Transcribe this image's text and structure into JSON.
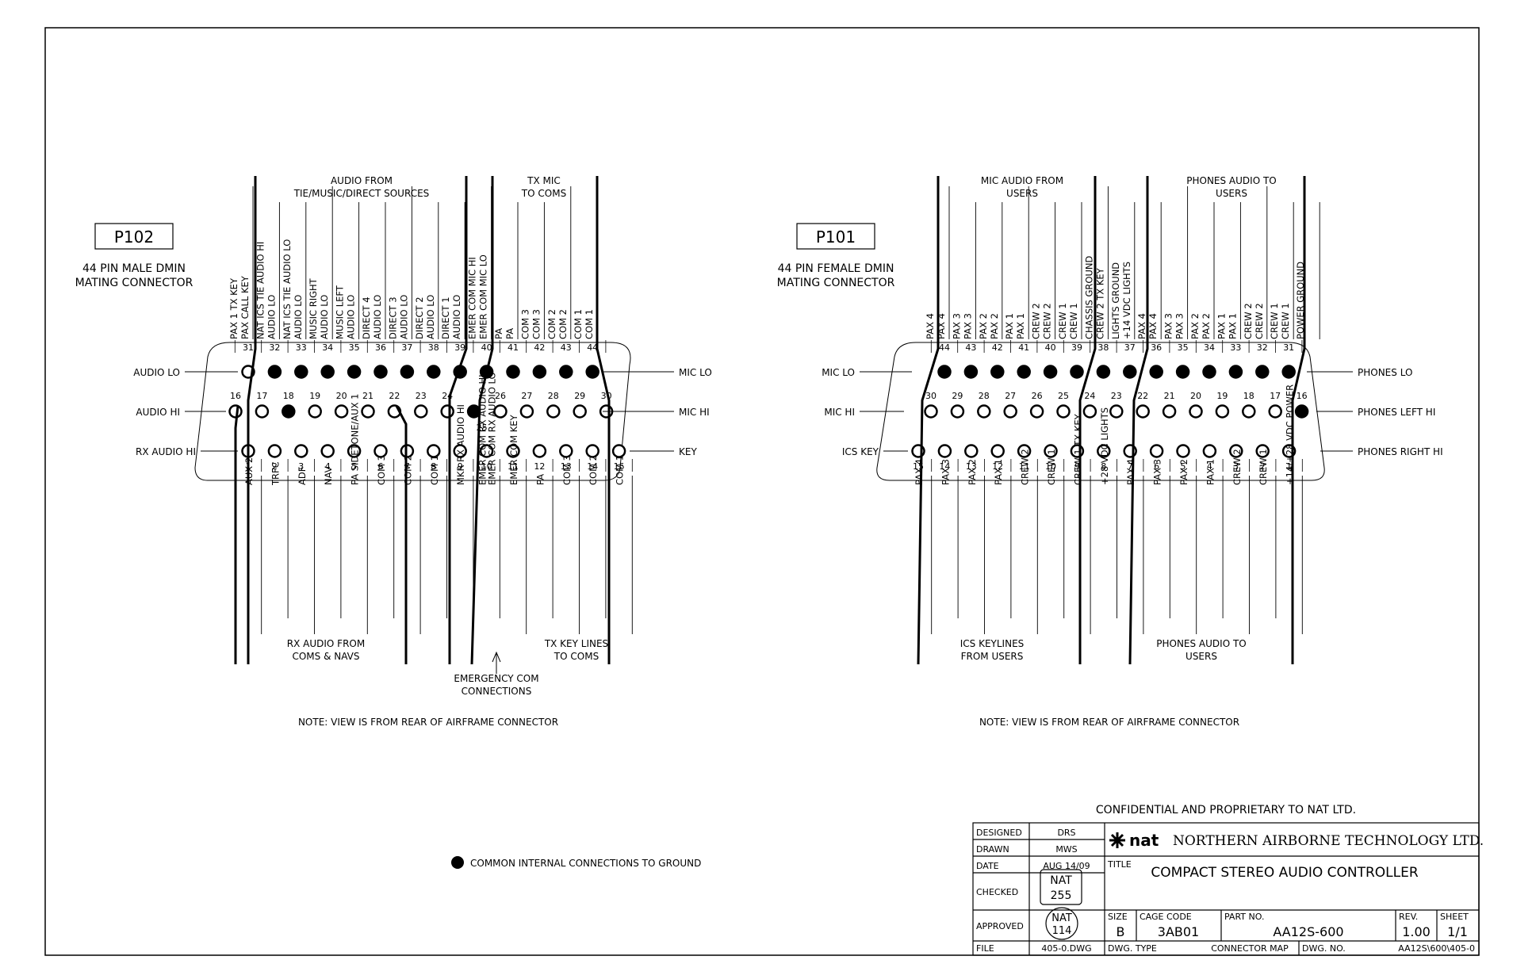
{
  "left": {
    "ref": "P102",
    "desc": [
      "44 PIN MALE DMIN",
      "MATING CONNECTOR"
    ],
    "group_top_audio": [
      "AUDIO FROM",
      "TIE/MUSIC/DIRECT SOURCES"
    ],
    "group_top_tx": [
      "TX MIC",
      "TO COMS"
    ],
    "group_bottom_rx": [
      "RX AUDIO FROM",
      "COMS & NAVS"
    ],
    "group_bottom_tx": [
      "TX KEY LINES",
      "TO COMS"
    ],
    "emergency_note": [
      "EMERGENCY COM",
      "CONNECTIONS"
    ],
    "side_left": [
      "AUDIO LO",
      "AUDIO HI",
      "RX AUDIO HI"
    ],
    "side_right": [
      "MIC LO",
      "MIC HI",
      "KEY"
    ],
    "row1_pins": [
      "31",
      "32",
      "33",
      "34",
      "35",
      "36",
      "37",
      "38",
      "39",
      "40",
      "41",
      "42",
      "43",
      "44"
    ],
    "row2_pins": [
      "16",
      "17",
      "18",
      "19",
      "20",
      "21",
      "22",
      "23",
      "24",
      "25",
      "26",
      "27",
      "28",
      "29",
      "30"
    ],
    "row3_pins": [
      "1",
      "2",
      "3",
      "4",
      "5",
      "6",
      "7",
      "8",
      "9",
      "10",
      "11",
      "12",
      "13",
      "14",
      "15"
    ],
    "top_labels": [
      [
        "PAX 1 TX KEY",
        "PAX CALL KEY"
      ],
      [
        "NAT ICS TIE AUDIO HI",
        "AUDIO LO"
      ],
      [
        "NAT ICS TIE AUDIO LO",
        "AUDIO LO"
      ],
      [
        "MUSIC RIGHT",
        "AUDIO LO"
      ],
      [
        "MUSIC LEFT",
        "AUDIO LO"
      ],
      [
        "DIRECT 4",
        "AUDIO LO"
      ],
      [
        "DIRECT 3",
        "AUDIO LO"
      ],
      [
        "DIRECT 2",
        "AUDIO LO"
      ],
      [
        "DIRECT 1",
        "AUDIO LO"
      ],
      [
        "EMER COM MIC HI",
        "EMER COM MIC LO"
      ],
      [
        "PA",
        "PA"
      ],
      [
        "COM 3",
        "COM 3"
      ],
      [
        "COM 2",
        "COM 2"
      ],
      [
        "COM 1",
        "COM 1"
      ]
    ],
    "bottom_labels": [
      [
        "AUX 2"
      ],
      [
        "TRFC"
      ],
      [
        "ADF"
      ],
      [
        "NAV"
      ],
      [
        "PA SIDETONE/AUX 1"
      ],
      [
        "COM 3"
      ],
      [
        "COM 2"
      ],
      [
        "COM 1"
      ],
      [
        "MKR RX AUDIO HI"
      ],
      [
        "EMER COM RX AUDIO HI",
        "EMER COM RX AUDIO LO"
      ],
      [
        "EMER COM KEY"
      ],
      [
        "PA"
      ],
      [
        "COM 3"
      ],
      [
        "COM 2"
      ],
      [
        "COM 1"
      ]
    ],
    "note": "NOTE: VIEW IS FROM REAR OF AIRFRAME CONNECTOR"
  },
  "right": {
    "ref": "P101",
    "desc": [
      "44 PIN FEMALE DMIN",
      "MATING CONNECTOR"
    ],
    "group_top_mic": [
      "MIC AUDIO FROM",
      "USERS"
    ],
    "group_top_phones": [
      "PHONES AUDIO TO",
      "USERS"
    ],
    "group_bottom_ics": [
      "ICS KEYLINES",
      "FROM USERS"
    ],
    "group_bottom_phones": [
      "PHONES AUDIO TO",
      "USERS"
    ],
    "side_left": [
      "MIC LO",
      "MIC HI",
      "ICS KEY"
    ],
    "side_right": [
      "PHONES LO",
      "PHONES LEFT HI",
      "PHONES RIGHT HI"
    ],
    "row1_pins": [
      "44",
      "43",
      "42",
      "41",
      "40",
      "39",
      "38",
      "37",
      "36",
      "35",
      "34",
      "33",
      "32",
      "31"
    ],
    "row2_pins": [
      "30",
      "29",
      "28",
      "27",
      "26",
      "25",
      "24",
      "23",
      "22",
      "21",
      "20",
      "19",
      "18",
      "17",
      "16"
    ],
    "row3_pins": [
      "15",
      "14",
      "13",
      "12",
      "11",
      "10",
      "9",
      "8",
      "7",
      "6",
      "5",
      "4",
      "3",
      "2",
      "1"
    ],
    "top_labels": [
      [
        "PAX 4",
        "PAX 4"
      ],
      [
        "PAX 3",
        "PAX 3"
      ],
      [
        "PAX 2",
        "PAX 2"
      ],
      [
        "PAX 1",
        "PAX 1"
      ],
      [
        "CREW 2",
        "CREW 2"
      ],
      [
        "CREW 1",
        "CREW 1"
      ],
      [
        "CHASSIS GROUND",
        "CREW 2 TX KEY"
      ],
      [
        "LIGHTS GROUND",
        "+14 VDC LIGHTS"
      ],
      [
        "PAX 4",
        "PAX 4"
      ],
      [
        "PAX 3",
        "PAX 3"
      ],
      [
        "PAX 2",
        "PAX 2"
      ],
      [
        "PAX 1",
        "PAX 1"
      ],
      [
        "CREW 2",
        "CREW 2"
      ],
      [
        "CREW 1",
        "CREW 1"
      ],
      [
        "POWER GROUND"
      ]
    ],
    "bottom_labels": [
      [
        "PAX 4"
      ],
      [
        "PAX 3"
      ],
      [
        "PAX 2"
      ],
      [
        "PAX 1"
      ],
      [
        "CREW 2"
      ],
      [
        "CREW 1"
      ],
      [
        "CREW 1 TX KEY"
      ],
      [
        "+28 VDC LIGHTS"
      ],
      [
        "PAX 4"
      ],
      [
        "PAX 3"
      ],
      [
        "PAX 2"
      ],
      [
        "PAX 1"
      ],
      [
        "CREW 2"
      ],
      [
        "CREW 1"
      ],
      [
        "+14/+28 VDC POWER"
      ]
    ],
    "note": "NOTE: VIEW IS FROM REAR OF AIRFRAME CONNECTOR"
  },
  "legend": "COMMON INTERNAL CONNECTIONS TO GROUND",
  "title_block": {
    "confidential": "CONFIDENTIAL AND PROPRIETARY TO NAT LTD.",
    "designed_label": "DESIGNED",
    "designed": "DRS",
    "drawn_label": "DRAWN",
    "drawn": "MWS",
    "date_label": "DATE",
    "date": "AUG 14/09",
    "checked_label": "CHECKED",
    "checked_stamp": [
      "NAT",
      "255"
    ],
    "approved_label": "APPROVED",
    "approved_stamp": [
      "NAT",
      "114"
    ],
    "logo": "nat",
    "company": "NORTHERN AIRBORNE TECHNOLOGY LTD.",
    "title_label": "TITLE",
    "title": "COMPACT STEREO AUDIO CONTROLLER",
    "size_label": "SIZE",
    "size": "B",
    "cage_label": "CAGE CODE",
    "cage": "3AB01",
    "part_label": "PART NO.",
    "part": "AA12S-600",
    "rev_label": "REV.",
    "rev": "1.00",
    "sheet_label": "SHEET",
    "sheet": "1/1",
    "file_label": "FILE",
    "file": "405-0.DWG",
    "dwg_type_label": "DWG. TYPE",
    "dwg_type": "CONNECTOR MAP",
    "dwg_no_label": "DWG. NO.",
    "dwg_no": "AA12S\\600\\405-0"
  }
}
